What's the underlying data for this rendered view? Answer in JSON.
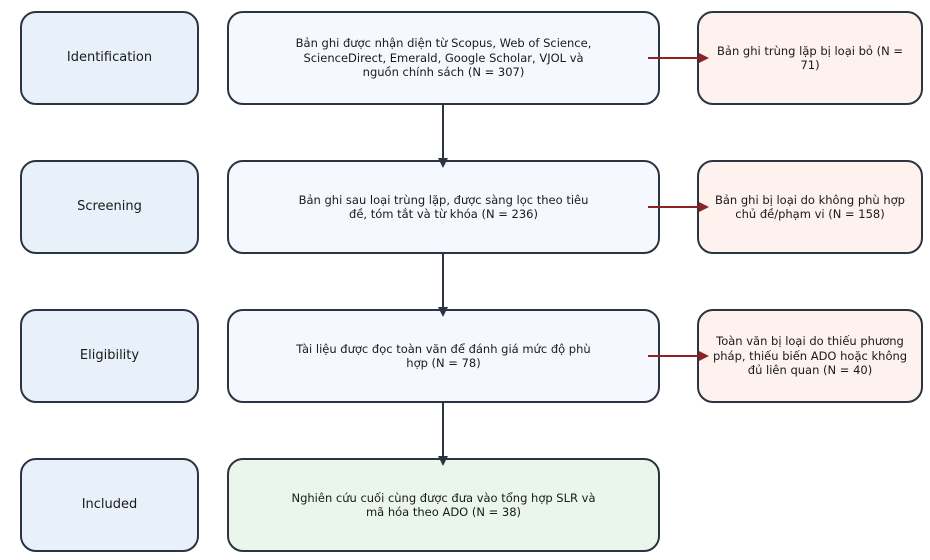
{
  "stages": [
    {
      "label": "Identification"
    },
    {
      "label": "Screening"
    },
    {
      "label": "Eligibility"
    },
    {
      "label": "Included"
    }
  ],
  "main": [
    {
      "text": "Bản ghi được nhận diện từ Scopus, Web of Science, ScienceDirect, Emerald, Google Scholar, VJOL và nguồn chính sách (N = 307)"
    },
    {
      "text": "Bản ghi sau loại trùng lặp, được sàng lọc theo tiêu đề, tóm tắt và từ khóa (N = 236)"
    },
    {
      "text": "Tài liệu được đọc toàn văn để đánh giá mức độ phù hợp (N = 78)"
    },
    {
      "text": "Nghiên cứu cuối cùng được đưa vào tổng hợp SLR và mã hóa theo ADO (N = 38)"
    }
  ],
  "excluded": [
    {
      "text": "Bản ghi trùng lặp bị loại bỏ (N = 71)"
    },
    {
      "text": "Bản ghi bị loại do không phù hợp chủ đề/phạm vi (N = 158)"
    },
    {
      "text": "Toàn văn bị loại do thiếu phương pháp, thiếu biến ADO hoặc không đủ liên quan (N = 40)"
    }
  ],
  "colors": {
    "stage": "#e8f0f9",
    "main": "#f5f9ff",
    "excluded": "#fdf2ee",
    "included": "#eaf6ea",
    "down_arrow": "#2b3440",
    "side_arrow": "#8b2323"
  }
}
